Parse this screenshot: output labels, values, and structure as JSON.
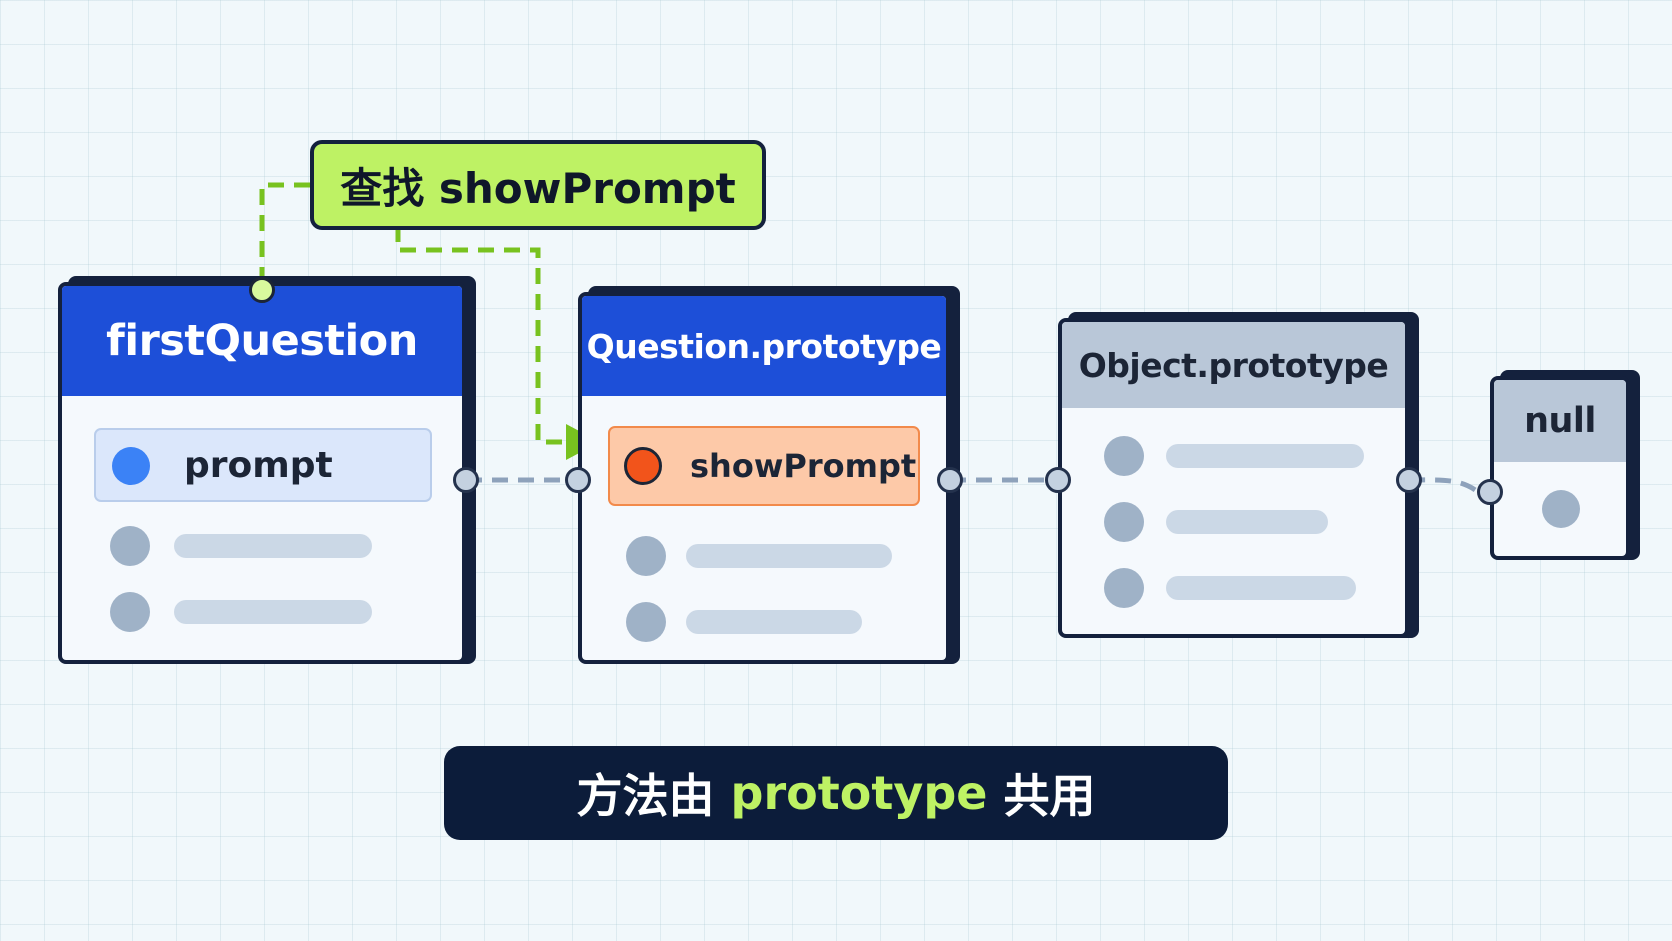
{
  "lookup_label": "查找 showPrompt",
  "objects": [
    {
      "title": "firstQuestion",
      "highlighted_member": "prompt"
    },
    {
      "title": "Question.prototype",
      "highlighted_member": "showPrompt"
    },
    {
      "title": "Object.prototype"
    },
    {
      "title": "null"
    }
  ],
  "caption": {
    "prefix": "方法由",
    "highlight": "prototype",
    "suffix": "共用"
  },
  "colors": {
    "instance_header": "#1d4fd8",
    "prototype_header": "#1d4fd8",
    "base_header": "#b9c7d8",
    "lookup_label": "#bef264",
    "found_member": "#fdc9a8",
    "found_dot": "#f2541b",
    "own_member": "#dbe7fb",
    "own_dot": "#3b82f6",
    "caption_bg": "#0c1c3a",
    "caption_accent": "#bef264"
  },
  "icons": [
    "member-dot",
    "chain-port",
    "arrow-head"
  ]
}
